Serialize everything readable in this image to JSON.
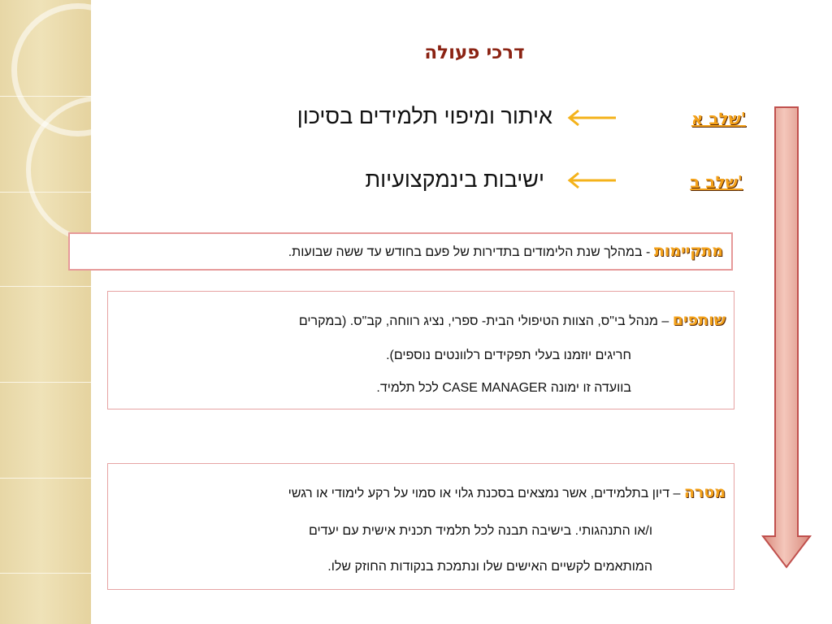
{
  "title": "דרכי פעולה",
  "stages": [
    {
      "label": "שלב א'",
      "text": "איתור ומיפוי תלמידים בסיכון"
    },
    {
      "label": "שלב ב'",
      "text": "ישיבות בינמקצועיות"
    }
  ],
  "meetings": {
    "keyword": "מתקיימות",
    "text": " - במהלך שנת הלימודים בתדירות של פעם בחודש עד ששה שבועות."
  },
  "partners": {
    "keyword": "שותפים",
    "line1": " – מנהל בי\"ס, הצוות הטיפולי הבית- ספרי, נציג רווחה, קב\"ס. (במקרים",
    "line2": "חריגים יוזמנו בעלי תפקידים רלוונטים נוספים).",
    "line3": "בוועדה זו ימונה  CASE MANAGER לכל תלמיד."
  },
  "goal": {
    "keyword": "מטרה",
    "line1": " – דיון בתלמידים, אשר נמצאים בסכנת  גלוי או סמוי על רקע לימודי או רגשי",
    "line2": "ו/או התנהגותי.   בישיבה תבנה לכל תלמיד תכנית אישית עם יעדים",
    "line3": "המותאמים לקשיים האישים שלו ונתמכת בנקודות החוזק שלו."
  },
  "colors": {
    "title": "#8b2313",
    "highlight": "#f4a21a",
    "arrow_small": "#f4b21a",
    "arrow_big_fill": "#e8a89a",
    "arrow_big_stroke": "#c0504d",
    "box_border": "#e6a3a3"
  }
}
